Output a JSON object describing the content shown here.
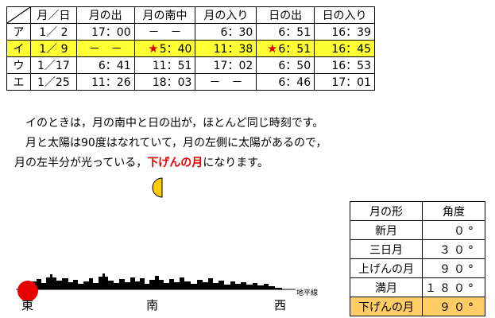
{
  "timetable": {
    "headers": [
      "",
      "月／日",
      "月の出",
      "月の南中",
      "月の入り",
      "日の出",
      "日の入り"
    ],
    "rows": [
      {
        "label": "ア",
        "date": "1／ 2",
        "moonrise": "17：00",
        "transit": "－　－",
        "moonset": "6：30",
        "sunrise": "6：51",
        "sunset": "16：39"
      },
      {
        "label": "イ",
        "date": "1／ 9",
        "moonrise": "－　－",
        "transit": "5：40",
        "moonset": "11：38",
        "sunrise": "6：51",
        "sunset": "16：45"
      },
      {
        "label": "ウ",
        "date": "1／17",
        "moonrise": "6：41",
        "transit": "11：51",
        "moonset": "17：02",
        "sunrise": "6：50",
        "sunset": "16：53"
      },
      {
        "label": "エ",
        "date": "1／25",
        "moonrise": "11：26",
        "transit": "18：03",
        "moonset": "－　－",
        "sunrise": "6：46",
        "sunset": "17：01"
      }
    ],
    "highlight_color": "#ffff33",
    "star_color": "#e60000"
  },
  "explanation": {
    "line1": "イのときは，月の南中と日の出が，ほとんど同じ時刻です。",
    "line2": "月と太陽は90度はなれていて，月の左側に太陽があるので，",
    "line3_pre": "月の左半分が光っている，",
    "line3_em": "下げんの月",
    "line3_post": "になります。",
    "emphasis_color": "#e60000"
  },
  "moon_color": "#ffcc00",
  "phase_table": {
    "headers": [
      "月の形",
      "角度"
    ],
    "rows": [
      {
        "name": "新月",
        "angle": "０°"
      },
      {
        "name": "三日月",
        "angle": "３０°"
      },
      {
        "name": "上げんの月",
        "angle": "９０°"
      },
      {
        "name": "満月",
        "angle": "１８０°"
      },
      {
        "name": "下げんの月",
        "angle": "９０°"
      }
    ],
    "highlight_color": "#ffcc66"
  },
  "horizon": {
    "label": "地平線",
    "east": "東",
    "south": "南",
    "west": "西",
    "sun_color": "#e60000"
  }
}
